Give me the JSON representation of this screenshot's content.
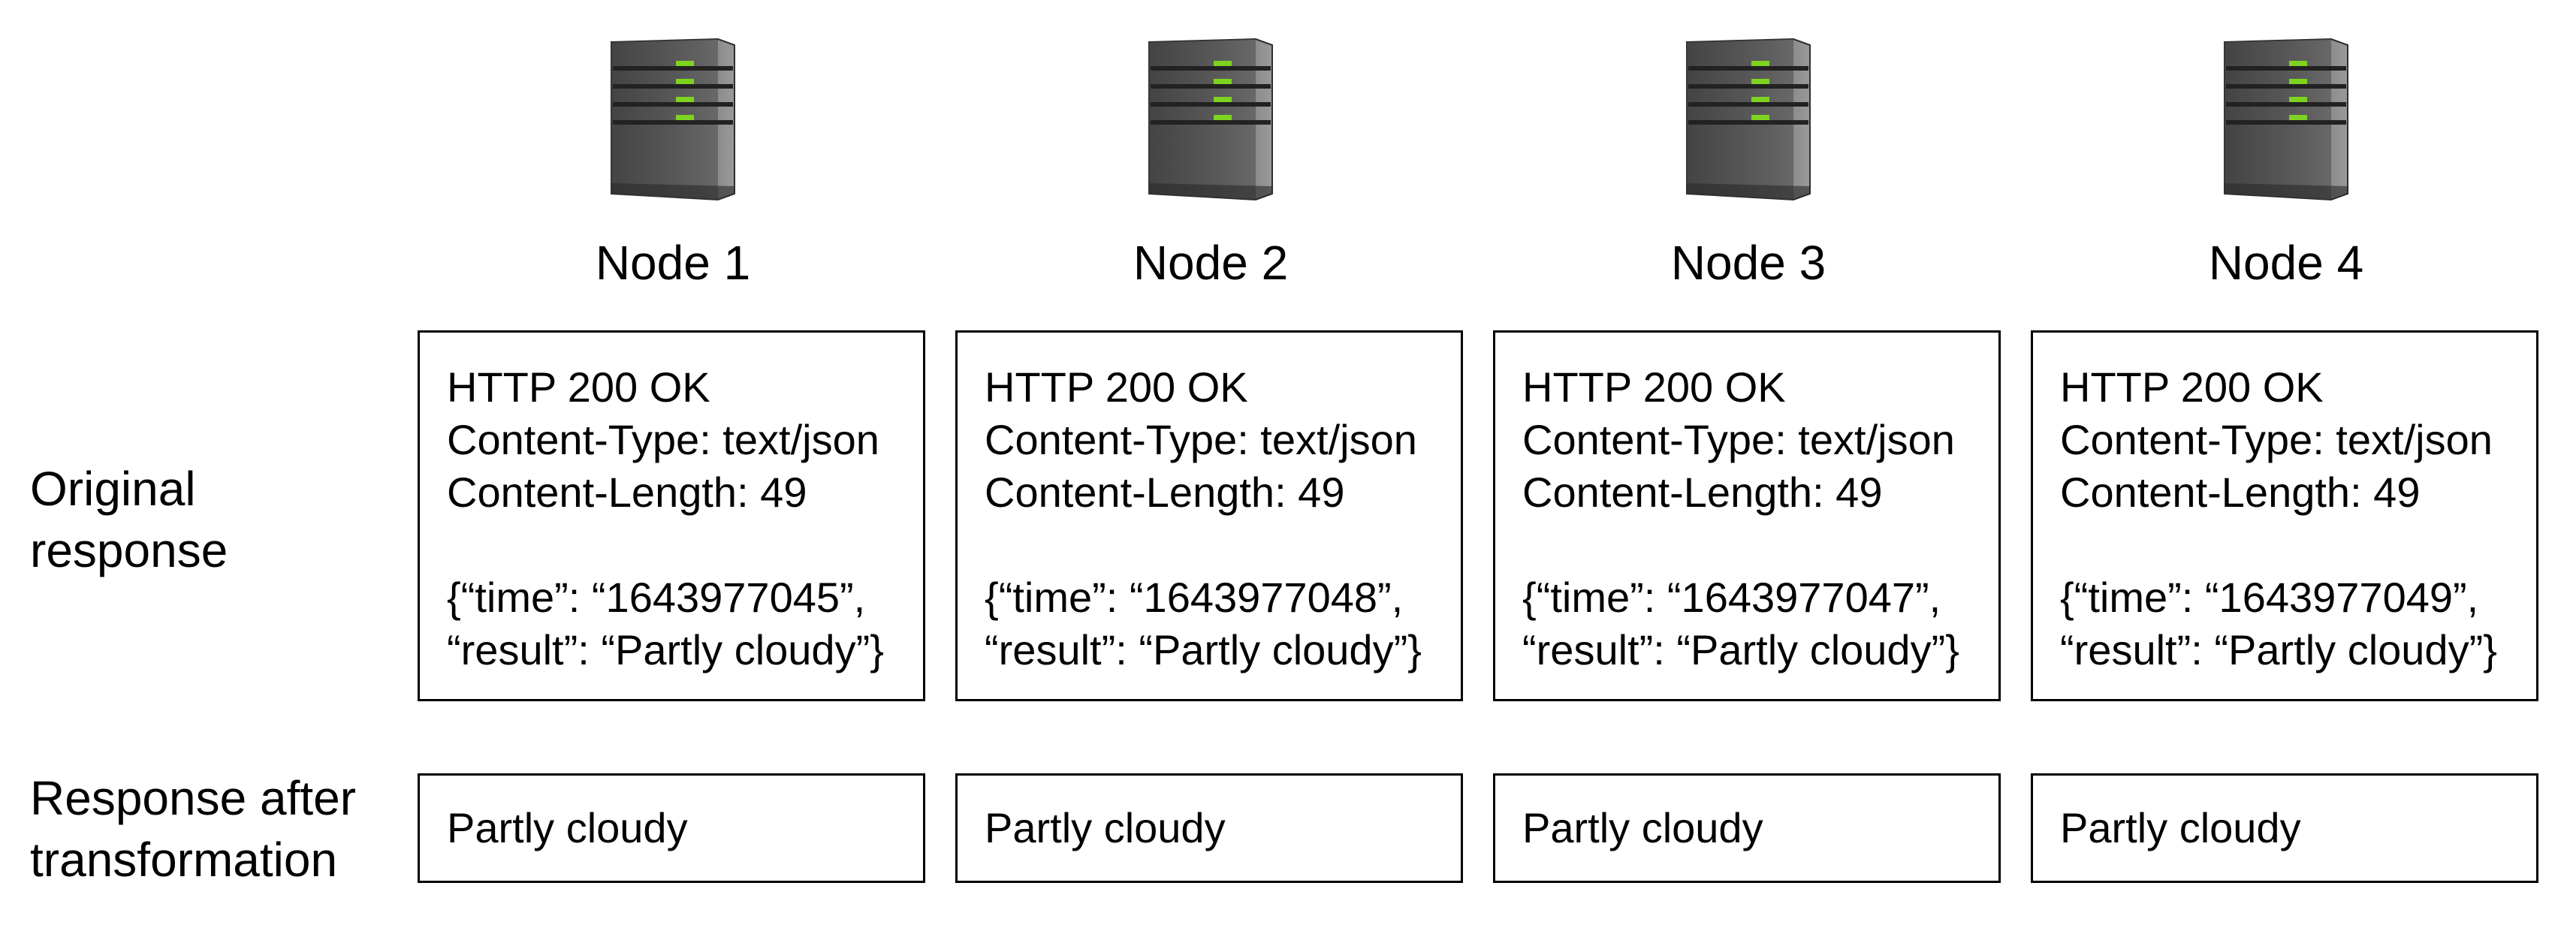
{
  "row_labels": {
    "original": "Original\nresponse",
    "transformed": "Response after\ntransformation"
  },
  "nodes": [
    {
      "title": "Node 1",
      "icon": "server-icon",
      "status_line": "HTTP 200 OK",
      "content_type": "Content-Type: text/json",
      "content_length": "Content-Length: 49",
      "body_time": "{“time”: “1643977045”,",
      "body_result": "“result”: “Partly cloudy”}",
      "transformed": "Partly cloudy"
    },
    {
      "title": "Node 2",
      "icon": "server-icon",
      "status_line": "HTTP 200 OK",
      "content_type": "Content-Type: text/json",
      "content_length": "Content-Length: 49",
      "body_time": "{“time”: “1643977048”,",
      "body_result": "“result”: “Partly cloudy”}",
      "transformed": "Partly cloudy"
    },
    {
      "title": "Node 3",
      "icon": "server-icon",
      "status_line": "HTTP 200 OK",
      "content_type": "Content-Type: text/json",
      "content_length": "Content-Length: 49",
      "body_time": "{“time”: “1643977047”,",
      "body_result": "“result”: “Partly cloudy”}",
      "transformed": "Partly cloudy"
    },
    {
      "title": "Node 4",
      "icon": "server-icon",
      "status_line": "HTTP 200 OK",
      "content_type": "Content-Type: text/json",
      "content_length": "Content-Length: 49",
      "body_time": "{“time”: “1643977049”,",
      "body_result": "“result”: “Partly cloudy”}",
      "transformed": "Partly cloudy"
    }
  ],
  "colors": {
    "server_body": "#5a5a5a",
    "server_led": "#7ed321",
    "border": "#000000"
  }
}
